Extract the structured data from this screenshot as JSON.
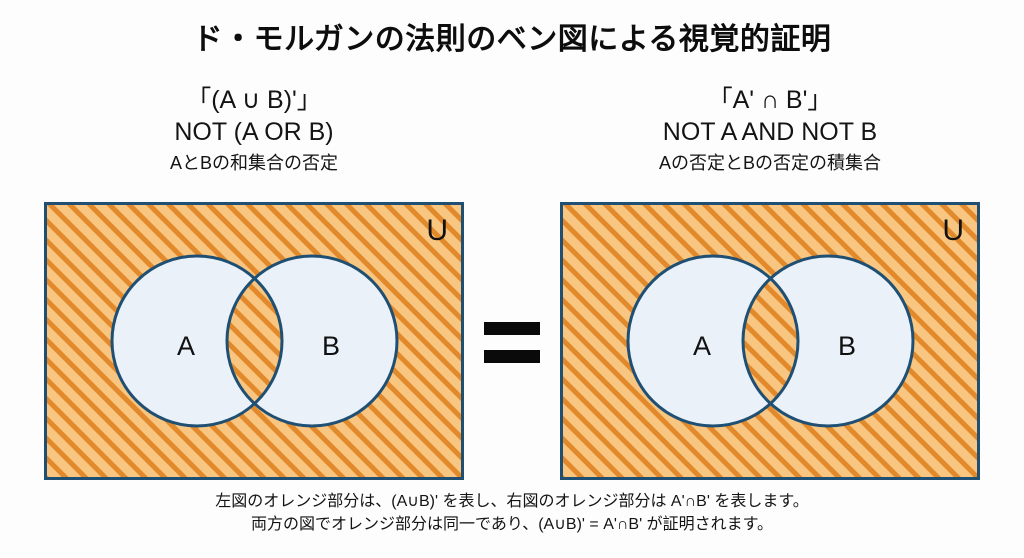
{
  "page": {
    "title": "ド・モルガンの法則のベン図による視覚的証明",
    "background_color": "#fdfdfd",
    "equals_symbol": "="
  },
  "colors": {
    "hatch_background": "#f8c680",
    "hatch_stripe": "#e2892b",
    "circle_fill": "#eaf1f9",
    "stroke_navy": "#1f4f72",
    "text": "#111111",
    "equals_black": "#0a0a0a"
  },
  "left_panel": {
    "formula": "「(A ∪ B)'」",
    "words": "NOT (A OR B)",
    "japanese": "AとBの和集合の否定",
    "universe_label": "U",
    "set_a_label": "A",
    "set_b_label": "B",
    "shaded_region": "complement-of-union"
  },
  "right_panel": {
    "formula": "「A' ∩ B'」",
    "words": "NOT A AND NOT B",
    "japanese": "Aの否定とBの否定の積集合",
    "universe_label": "U",
    "set_a_label": "A",
    "set_b_label": "B",
    "shaded_region": "intersection-of-complements"
  },
  "caption": {
    "line1": "左図のオレンジ部分は、(A∪B)' を表し、右図のオレンジ部分は A'∩B' を表します。",
    "line2": "両方の図でオレンジ部分は同一であり、(A∪B)' = A'∩B' が証明されます。"
  }
}
